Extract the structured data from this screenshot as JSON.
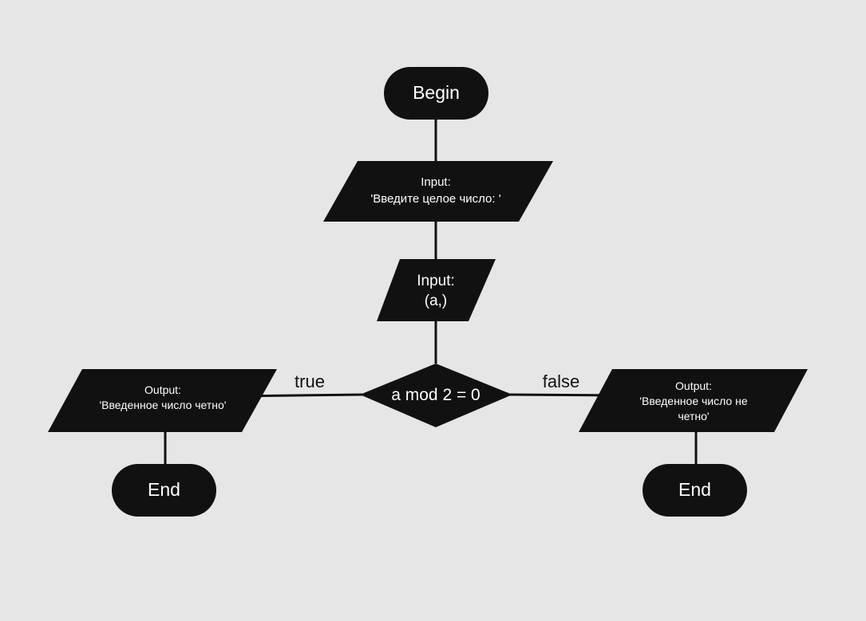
{
  "diagram": {
    "type": "flowchart",
    "colors": {
      "background": "#e6e6e6",
      "shape_fill": "#111111",
      "shape_text": "#ffffff",
      "connector": "#111111"
    },
    "nodes": {
      "begin": {
        "shape": "terminator",
        "label": "Begin"
      },
      "input_prompt": {
        "shape": "parallelogram",
        "lines": [
          "Input:",
          "'Введите целое число:  '"
        ]
      },
      "input_var": {
        "shape": "parallelogram",
        "lines": [
          "Input:",
          "(a,)"
        ]
      },
      "decision": {
        "shape": "decision",
        "label": "a mod 2 = 0"
      },
      "output_even": {
        "shape": "parallelogram",
        "lines": [
          "Output:",
          "'Введенное число четно'"
        ]
      },
      "output_odd": {
        "shape": "parallelogram",
        "lines": [
          "Output:",
          "'Введенное число не",
          "четно'"
        ]
      },
      "end_left": {
        "shape": "terminator",
        "label": "End"
      },
      "end_right": {
        "shape": "terminator",
        "label": "End"
      }
    },
    "edges": {
      "true_label": "true",
      "false_label": "false"
    }
  }
}
